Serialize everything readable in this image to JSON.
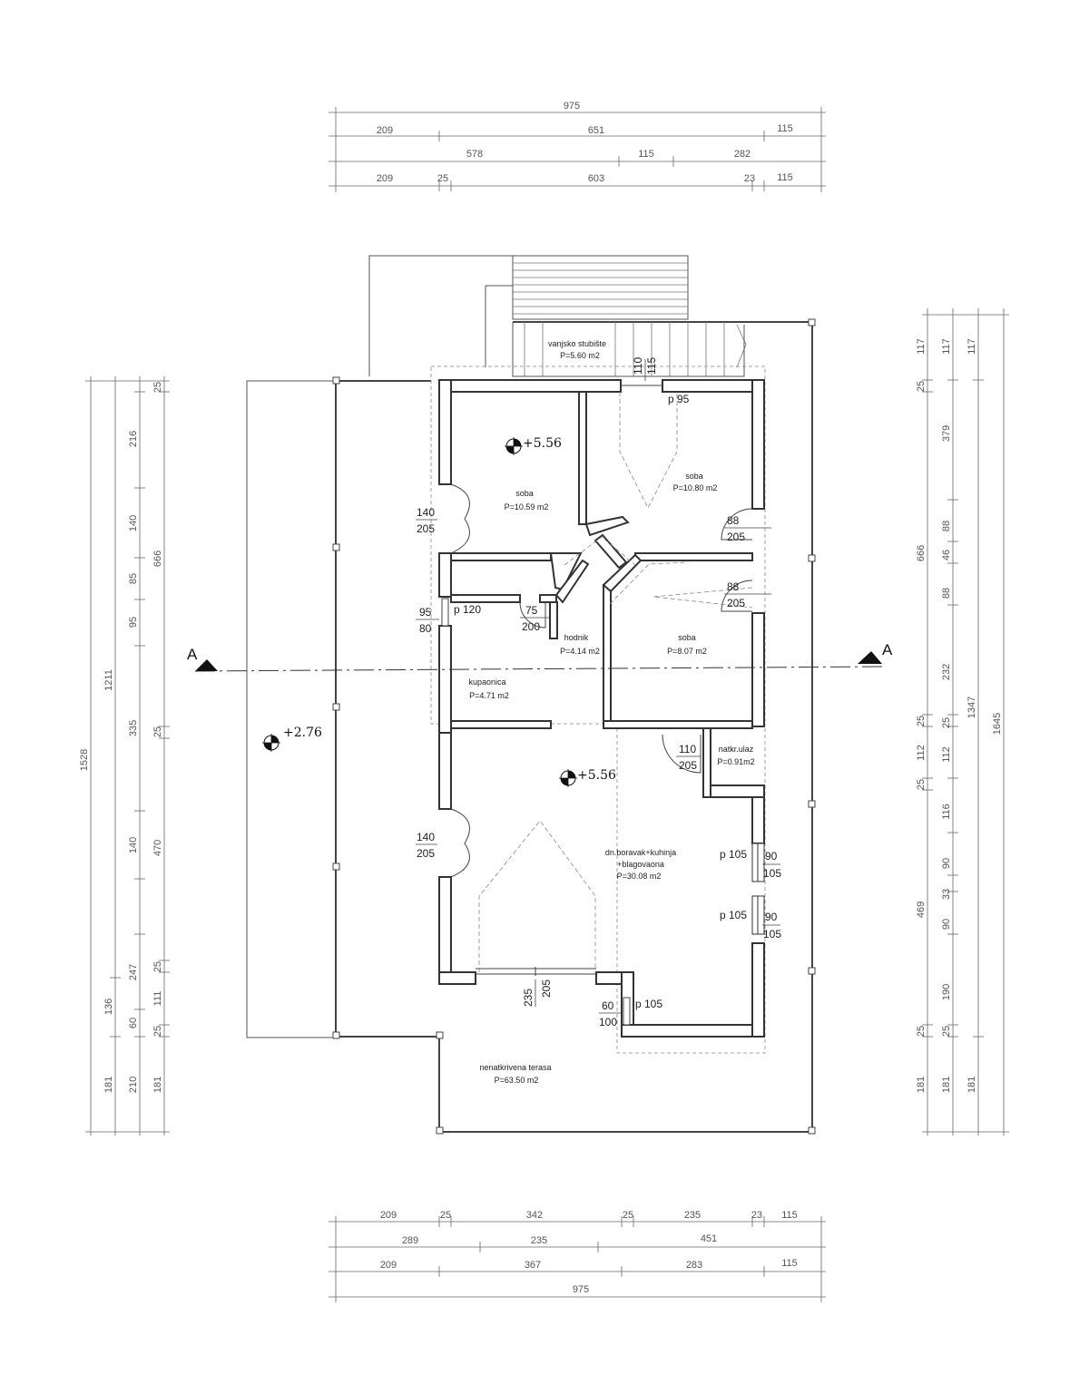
{
  "dims_top": [
    [
      "975"
    ],
    [
      "209",
      "651",
      "115"
    ],
    [
      "578",
      "115",
      "282"
    ],
    [
      "209",
      "25",
      "603",
      "23",
      "115"
    ]
  ],
  "dims_bottom": [
    [
      "209",
      "25",
      "342",
      "25",
      "235",
      "23",
      "115"
    ],
    [
      "289",
      "235",
      "451"
    ],
    [
      "209",
      "367",
      "283",
      "115"
    ],
    [
      "975"
    ]
  ],
  "dims_left": [
    [
      "1528"
    ],
    [
      "181",
      "136",
      "1211"
    ],
    [
      "210",
      "60",
      "247",
      "140",
      "335",
      "95",
      "85",
      "140",
      "216"
    ],
    [
      "181",
      "25",
      "111",
      "25",
      "470",
      "25",
      "666",
      "25"
    ]
  ],
  "dims_right": [
    [
      "1645"
    ],
    [
      "181",
      "1347",
      "117"
    ],
    [
      "181",
      "25",
      "190",
      "90",
      "33",
      "90",
      "116",
      "112",
      "25",
      "232",
      "88",
      "46",
      "88",
      "379",
      "117"
    ],
    [
      "181",
      "25",
      "469",
      "25",
      "112",
      "25",
      "666",
      "25",
      "117"
    ]
  ],
  "section_marks": [
    "A",
    "A"
  ],
  "levels": [
    "+5.56",
    "+5.56",
    "+2.76"
  ],
  "rooms": [
    {
      "name": "vanjsko stubište",
      "area": "P=5.60 m2"
    },
    {
      "name": "soba",
      "area": "P=10.59 m2"
    },
    {
      "name": "soba",
      "area": "P=10.80 m2"
    },
    {
      "name": "hodnik",
      "area": "P=4.14 m2"
    },
    {
      "name": "soba",
      "area": "P=8.07 m2"
    },
    {
      "name": "kupaonica",
      "area": "P=4.71 m2"
    },
    {
      "name": "natkr.ulaz",
      "area": "P=0.91m2"
    },
    {
      "name": "dn.boravak+kuhinja",
      "name2": "+blagovaona",
      "area": "P=30.08 m2"
    },
    {
      "name": "nenatkrivena terasa",
      "area": "P=63.50 m2"
    }
  ],
  "openings": [
    [
      "110",
      "115"
    ],
    [
      "p 95"
    ],
    [
      "140",
      "205"
    ],
    [
      "88",
      "205"
    ],
    [
      "88",
      "205"
    ],
    [
      "95",
      "80"
    ],
    [
      "p 120"
    ],
    [
      "75",
      "200"
    ],
    [
      "110",
      "205"
    ],
    [
      "140",
      "205"
    ],
    [
      "p 105",
      "90",
      "105"
    ],
    [
      "p 105",
      "90",
      "105"
    ],
    [
      "235",
      "205"
    ],
    [
      "60",
      "100"
    ],
    [
      "p 105"
    ]
  ]
}
